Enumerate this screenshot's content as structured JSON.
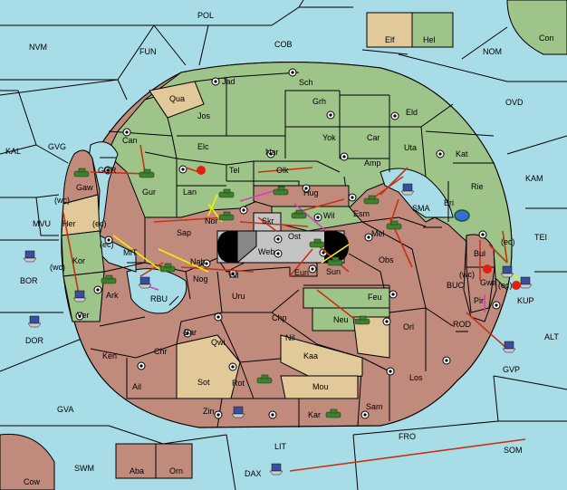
{
  "colors": {
    "sea": "#a8dde8",
    "land_green": "#9ec48a",
    "land_red": "#c08a7c",
    "land_tan": "#e2c99a",
    "land_neutral": "#c4c4c4",
    "black": "#000000",
    "orders_red": "#c83212",
    "orders_yellow": "#f0f000",
    "orders_pink": "#d83cc0"
  },
  "labels": {
    "POL": "POL",
    "NVM": "NVM",
    "FUN": "FUN",
    "COB": "COB",
    "Elf": "Elf",
    "Hel": "Hel",
    "Con": "Con",
    "NOM": "NOM",
    "OVD": "OVD",
    "KAL": "KAL",
    "GVG": "GVG",
    "KAM": "KAM",
    "TEI": "TEI",
    "MVU": "MVU",
    "BOR": "BOR",
    "DOR": "DOR",
    "ALT": "ALT",
    "GVA": "GVA",
    "SWM": "SWM",
    "LIT": "LIT",
    "FRO": "FRO",
    "SOM": "SOM",
    "DAX": "DAX",
    "Cow": "Cow",
    "Aba": "Aba",
    "Orn": "Orn",
    "Jad": "Jad",
    "Sch": "Sch",
    "Qua": "Qua",
    "Jos": "Jos",
    "Grh": "Grh",
    "Eld": "Eld",
    "Can": "Can",
    "Elc": "Elc",
    "Nar": "Nar",
    "Yok": "Yok",
    "Car": "Car",
    "Uta": "Uta",
    "Kat": "Kat",
    "Tel": "Tel",
    "Olk": "Olk",
    "Amp": "Amp",
    "Rie": "Rie",
    "GOR": "GOR",
    "Gaw": "Gaw",
    "Gur": "Gur",
    "Lan": "Lan",
    "Hug": "Hug",
    "Esm": "Esm",
    "Bri": "Bri",
    "SMA": "SMA",
    "wc1": "(wc)",
    "Her": "Her",
    "ec1": "(ec)",
    "Nor": "Nor",
    "Skr": "Skr",
    "Wil": "Wil",
    "Sap": "Sap",
    "Web": "Web",
    "Ost": "Ost",
    "Mel": "Mel",
    "Bul": "Bul",
    "ec2": "(ec)",
    "Kor": "Kor",
    "ec3": "(ec)",
    "MIT": "MIT",
    "Nab": "Nab",
    "Eun": "Eun",
    "Sun": "Sun",
    "Obs": "Obs",
    "wc2": "(wc)",
    "Gwa": "Gwa",
    "ec4": "(ec)",
    "KUP": "KUP",
    "wc3": "(wc)",
    "Ark": "Ark",
    "RBU": "RBU",
    "Hil": "Hil",
    "Nog": "Nog",
    "BUC": "BUC",
    "Pir": "Pir",
    "Ver": "Ver",
    "Uru": "Uru",
    "Feu": "Feu",
    "Chp": "Chp",
    "Neu": "Neu",
    "Orl": "Orl",
    "ROD": "ROD",
    "Bar": "Bar",
    "Qwi": "Qwi",
    "Nil": "Nil",
    "GVP": "GVP",
    "Ken": "Ken",
    "Chr": "Chr",
    "Kaa": "Kaa",
    "Ail": "Ail",
    "Sot": "Sot",
    "Rot": "Rot",
    "Mou": "Mou",
    "Los": "Los",
    "Zin": "Zin",
    "Kar": "Kar",
    "Sam": "Sam"
  }
}
